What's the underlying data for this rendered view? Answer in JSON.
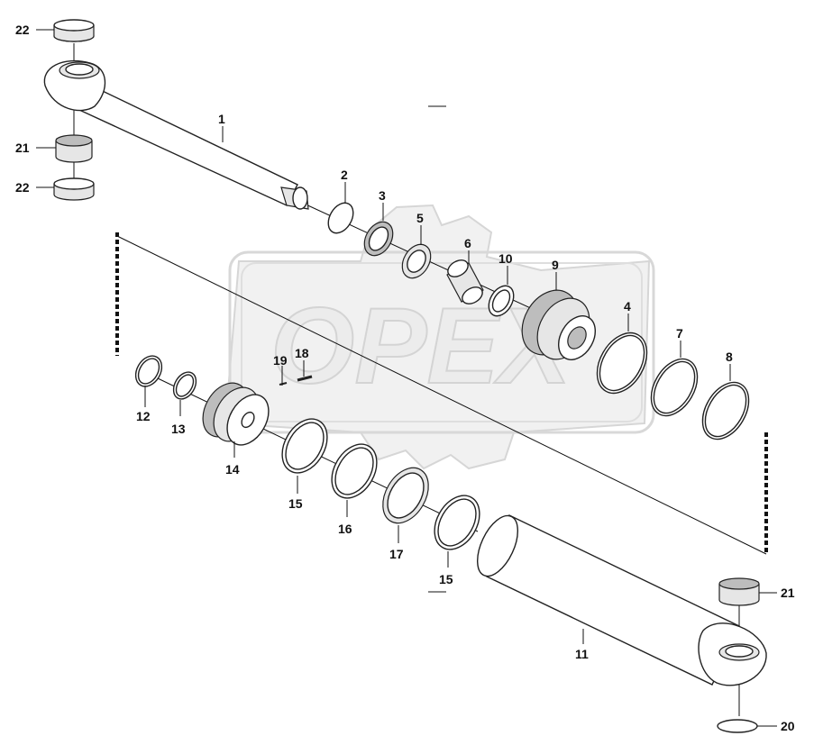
{
  "watermark": {
    "text": "OPEX"
  },
  "callouts": {
    "p1": "1",
    "p2": "2",
    "p3": "3",
    "p4": "4",
    "p5": "5",
    "p6": "6",
    "p7": "7",
    "p8": "8",
    "p9": "9",
    "p10": "10",
    "p11": "11",
    "p12": "12",
    "p13": "13",
    "p14": "14",
    "p15a": "15",
    "p15b": "15",
    "p16": "16",
    "p17": "17",
    "p18": "18",
    "p19": "19",
    "p20": "20",
    "p21a": "21",
    "p21b": "21",
    "p22a": "22",
    "p22b": "22"
  }
}
